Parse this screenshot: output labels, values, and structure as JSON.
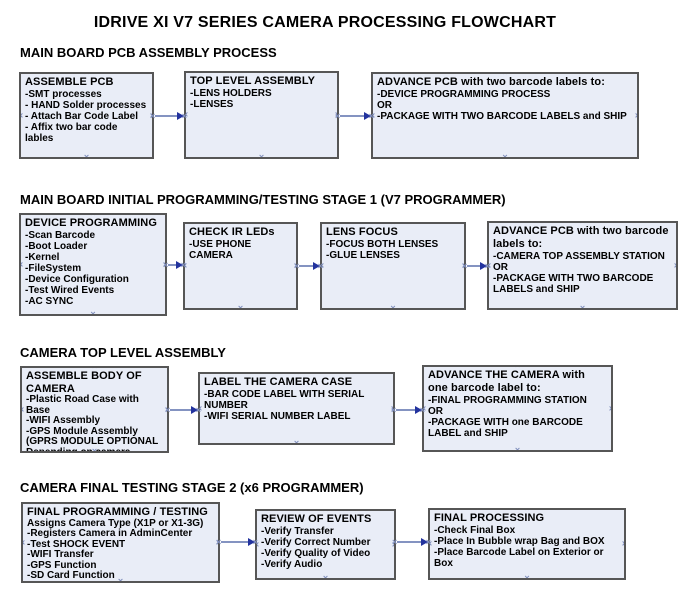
{
  "title": "IDRIVE XI V7 SERIES CAMERA PROCESSING FLOWCHART",
  "colors": {
    "box_fill": "#e9edf7",
    "box_border": "#565656",
    "connector_line": "#8493c1",
    "arrowhead": "#23339e",
    "handle": "#7e8dbb",
    "text": "#000000"
  },
  "sections": [
    {
      "header": "MAIN BOARD PCB ASSEMBLY PROCESS",
      "boxes": [
        {
          "title": "ASSEMBLE PCB",
          "items": [
            " -SMT processes",
            "- HAND Solder processes",
            "- Attach Bar Code Label",
            "- Affix two bar code lables"
          ]
        },
        {
          "title": "TOP LEVEL ASSEMBLY",
          "items": [
            "-LENS HOLDERS",
            "-LENSES"
          ]
        },
        {
          "title": "ADVANCE PCB with two barcode labels to:",
          "items": [
            "-DEVICE PROGRAMMING PROCESS",
            {
              "text": "OR",
              "bold": true
            },
            "-PACKAGE WITH TWO BARCODE LABELS and SHIP"
          ]
        }
      ]
    },
    {
      "header": "MAIN BOARD INITIAL PROGRAMMING/TESTING STAGE 1 (V7 PROGRAMMER)",
      "boxes": [
        {
          "title": "DEVICE PROGRAMMING",
          "items": [
            "-Scan Barcode",
            "-Boot Loader",
            "-Kernel",
            "-FileSystem",
            "-Device Configuration",
            "-Test Wired Events",
            "-AC SYNC"
          ]
        },
        {
          "title": "CHECK IR LEDs",
          "items": [
            "-USE PHONE CAMERA"
          ]
        },
        {
          "title": "LENS FOCUS",
          "items": [
            "-FOCUS BOTH LENSES",
            "-GLUE LENSES"
          ]
        },
        {
          "title": "ADVANCE PCB with two barcode labels to:",
          "items": [
            "-CAMERA TOP ASSEMBLY STATION",
            {
              "text": "OR",
              "bold": true
            },
            "-PACKAGE WITH TWO BARCODE LABELS and SHIP"
          ]
        }
      ]
    },
    {
      "header": "CAMERA TOP LEVEL ASSEMBLY",
      "boxes": [
        {
          "title": "ASSEMBLE BODY OF CAMERA",
          "items": [
            "-Plastic Road Case with Base",
            "-WIFI Assembly",
            "-GPS Module Assembly",
            "(GPRS MODULE OPTIONAL Depending on camera version)"
          ]
        },
        {
          "title": "LABEL THE CAMERA CASE",
          "items": [
            "-BAR CODE LABEL WITH SERIAL NUMBER",
            "-WIFI SERIAL NUMBER LABEL"
          ]
        },
        {
          "title": "ADVANCE THE CAMERA with one barcode label to:",
          "items": [
            "-FINAL PROGRAMMING STATION",
            {
              "text": "OR",
              "bold": true
            },
            "-PACKAGE WITH one BARCODE LABEL and SHIP"
          ]
        }
      ]
    },
    {
      "header": "CAMERA FINAL TESTING STAGE 2 (x6 PROGRAMMER)",
      "boxes": [
        {
          "title": "FINAL PROGRAMMING / TESTING",
          "items": [
            "Assigns Camera Type (X1P or X1-3G)",
            "-Registers Camera in AdminCenter",
            "-Test SHOCK EVENT",
            "-WIFI Transfer",
            "-GPS Function",
            "-SD Card Function"
          ]
        },
        {
          "title": "REVIEW OF EVENTS",
          "items": [
            "-Verify Transfer",
            "-Verify Correct Number",
            "-Verify Quality of Video",
            "-Verify Audio"
          ]
        },
        {
          "title": "FINAL PROCESSING",
          "items": [
            " -Check Final Box",
            "-Place In Bubble wrap Bag and BOX",
            "-Place Barcode Label on Exterior or Box"
          ]
        }
      ]
    }
  ]
}
